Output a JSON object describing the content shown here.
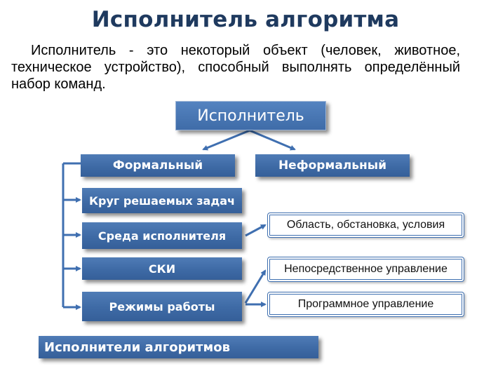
{
  "title": "Исполнитель алгоритма",
  "definition": "Исполнитель - это некоторый объект (человек, животное, техническое устройство), способный выполнять определённый набор команд.",
  "diagram": {
    "root": "Исполнитель",
    "types": [
      "Формальный",
      "Неформальный"
    ],
    "properties": [
      "Круг решаемых задач",
      "Среда исполнителя",
      "СКИ",
      "Режимы работы"
    ],
    "environment_detail": "Область, обстановка, условия",
    "modes": [
      "Непосредственное управление",
      "Программное управление"
    ]
  },
  "footer": "Исполнители алгоритмов",
  "colors": {
    "box": "#3e6aa5",
    "title": "#1f3a5f",
    "line": "#3f6fb0"
  }
}
